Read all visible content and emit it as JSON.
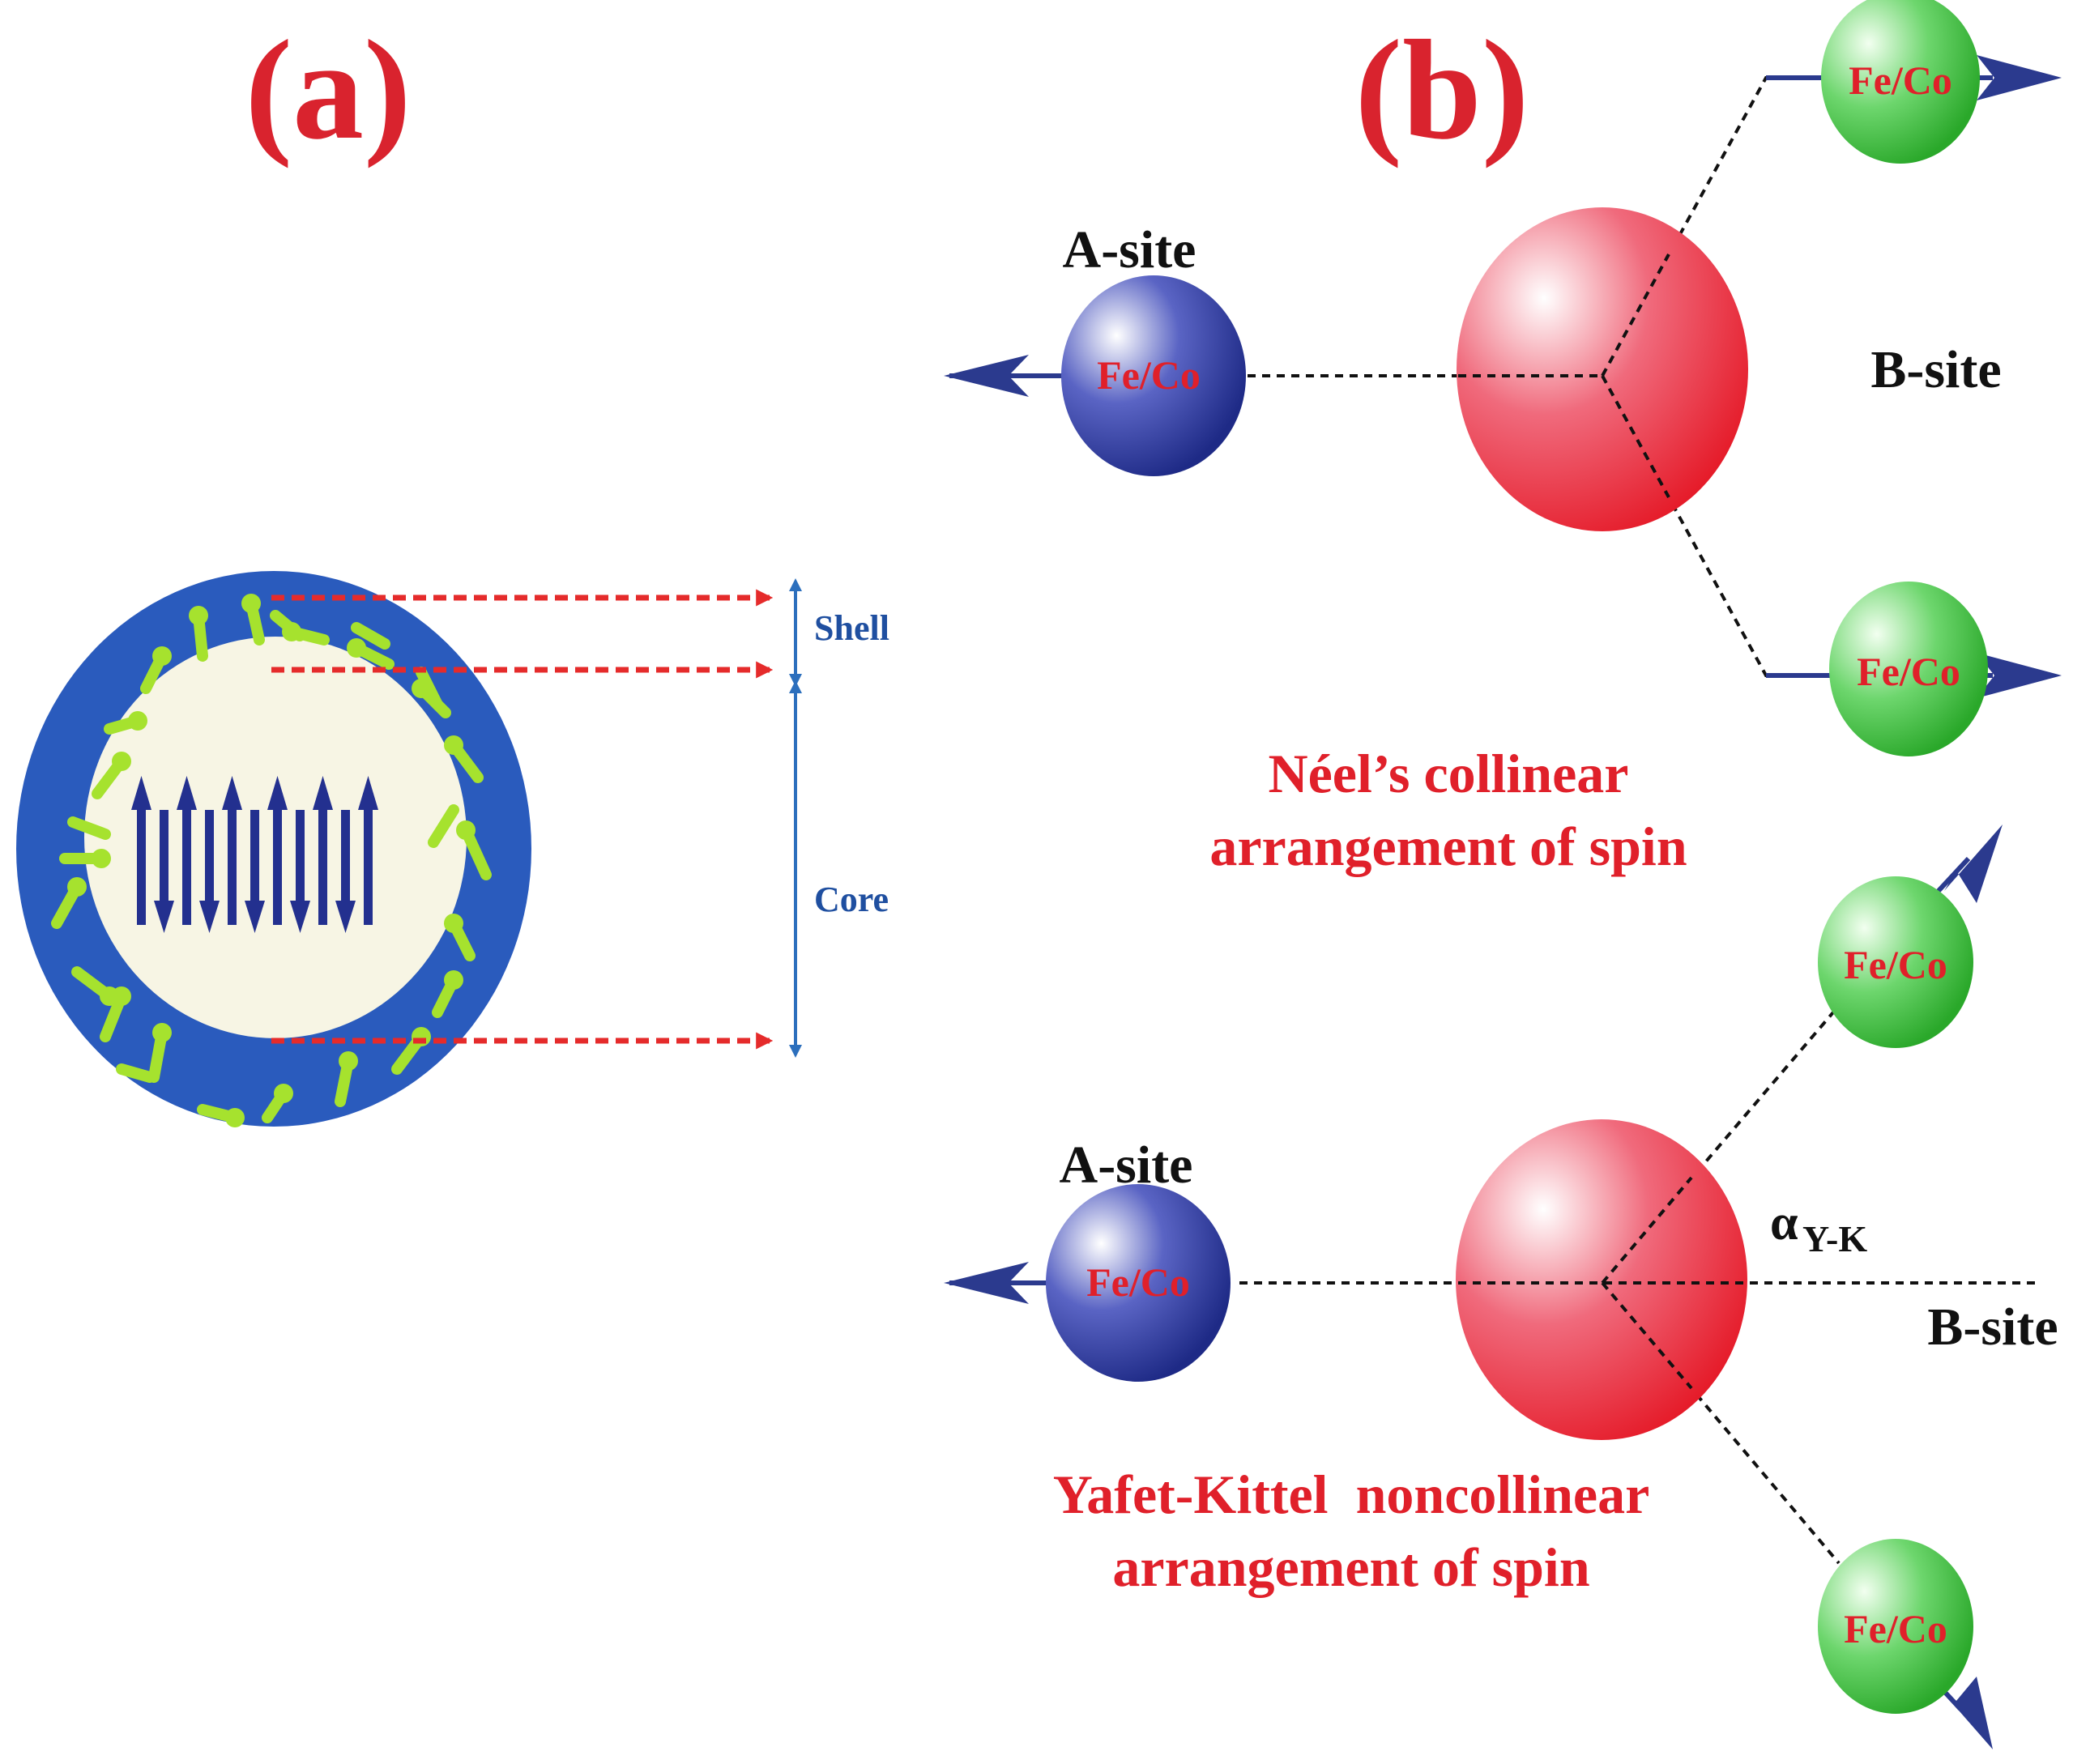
{
  "panels": {
    "a": {
      "label": "(a)",
      "dimensions": {
        "shell": "Shell",
        "core": "Core"
      },
      "icons": {
        "core_spins": "antiparallel-spin-arrows",
        "shell_spins": "disordered-spin-arrows"
      }
    },
    "b": {
      "label": "(b)",
      "neel": {
        "a_site": "A-site",
        "b_site": "B-site",
        "atom": "Fe/Co",
        "caption_line1": "Néel’s collinear",
        "caption_line2": "arrangement of spin"
      },
      "yk": {
        "a_site": "A-site",
        "b_site": "B-site",
        "atom": "Fe/Co",
        "angle": "α",
        "angle_sub": "Y-K",
        "caption_line1": "Yafet-Kittel  noncollinear",
        "caption_line2": "arrangement of spin"
      }
    }
  },
  "colors": {
    "accent_red": "#e0202a",
    "shell_blue": "#2a5bbd",
    "core_fill": "#f7f5e4",
    "spin_green": "#a6e22e",
    "spin_arrow_navy": "#23308f",
    "a_site_blue": "#2b3a9e",
    "b_site_green": "#3fbf3f",
    "center_red": "#e8202e"
  }
}
